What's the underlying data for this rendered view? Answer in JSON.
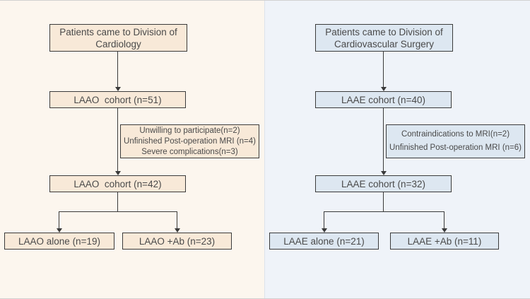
{
  "figure_type": "patient-flow-diagram",
  "colors": {
    "left_panel_bg": "#fcf6ee",
    "left_box_fill": "#f8e9d8",
    "right_panel_bg": "#eff3f9",
    "right_box_fill": "#dde7f1",
    "box_border": "#3b3b3b",
    "connector_line": "#3a3a3a",
    "text": "#4a4a4a"
  },
  "left": {
    "source": "Patients came to Division of Cardiology",
    "cohort_initial": "LAAO  cohort (n=51)",
    "exclusions": [
      "Unwilling to participate(n=2)",
      "Unfinished Post-operation MRI (n=4)",
      "Severe complications(n=3)"
    ],
    "cohort_after": "LAAO  cohort (n=42)",
    "branch_alone": "LAAO alone (n=19)",
    "branch_combo": "LAAO +Ab (n=23)"
  },
  "right": {
    "source": "Patients came to Division of Cardiovascular Surgery",
    "cohort_initial": "LAAE cohort (n=40)",
    "exclusions": [
      "Contraindications to MRI(n=2)",
      "Unfinished Post-operation MRI (n=6)"
    ],
    "cohort_after": "LAAE cohort (n=32)",
    "branch_alone": "LAAE alone (n=21)",
    "branch_combo": "LAAE +Ab (n=11)"
  }
}
